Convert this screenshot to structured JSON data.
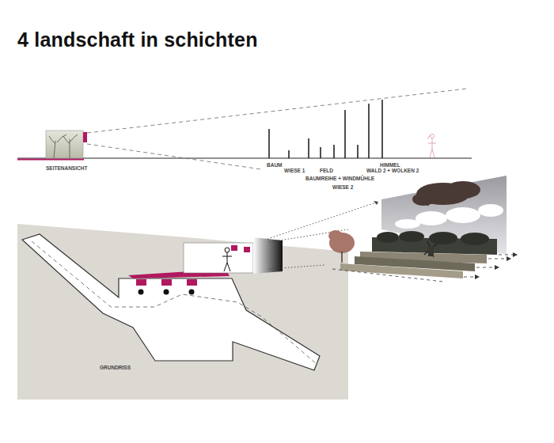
{
  "diagram": {
    "title": "4 landschaft in schichten",
    "labels": [
      "SEITENANSICHT",
      "BAUM",
      "WIESE 1",
      "FELD",
      "BAUMREIHE + WINDMÜHLE",
      "WIESE 2",
      "HIMMEL",
      "WALD 2 + WOLKEN 2",
      "GRUNDRISS"
    ]
  }
}
